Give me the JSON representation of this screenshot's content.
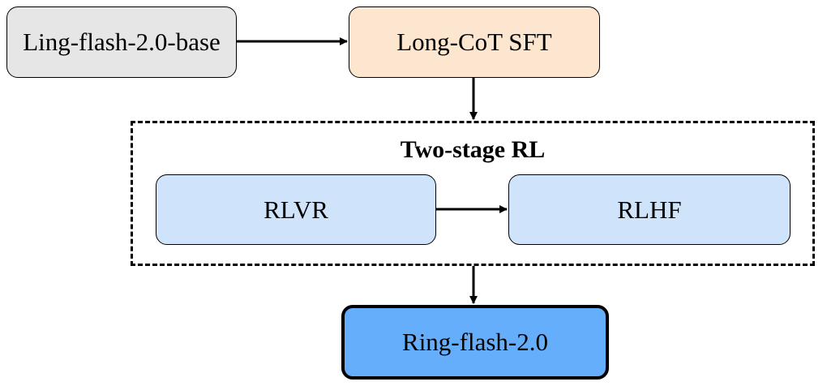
{
  "nodes": {
    "base": {
      "label": "Ling-flash-2.0-base",
      "fill": "#e6e6e6"
    },
    "sft": {
      "label": "Long-CoT  SFT",
      "fill": "#fde6cf"
    },
    "rlvr": {
      "label": "RLVR",
      "fill": "#cfe4fb"
    },
    "rlhf": {
      "label": "RLHF",
      "fill": "#cfe4fb"
    },
    "ring": {
      "label": "Ring-flash-2.0",
      "fill": "#64aefc"
    }
  },
  "group": {
    "title": "Two-stage RL"
  },
  "edges": [
    {
      "from": "Ling-flash-2.0-base",
      "to": "Long-CoT  SFT"
    },
    {
      "from": "Long-CoT  SFT",
      "to": "Two-stage RL"
    },
    {
      "from": "RLVR",
      "to": "RLHF"
    },
    {
      "from": "Two-stage RL",
      "to": "Ring-flash-2.0"
    }
  ]
}
